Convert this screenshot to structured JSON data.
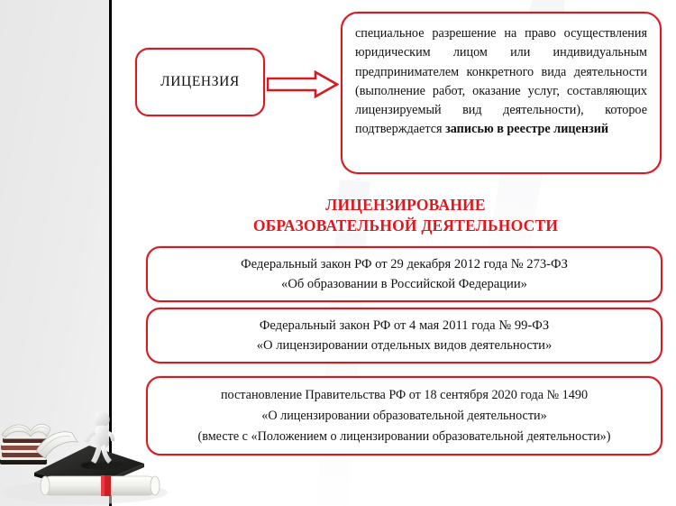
{
  "slide": {
    "term_box": {
      "label": "ЛИЦЕНЗИЯ"
    },
    "definition_box": {
      "text_part_1": "специальное разрешение на право осуществления юридическим лицом или индивидуальным предпринимателем конкретного вида деятельности (выполнение работ, оказание услуг, составляющих лицензируемый вид деятельности), которое подтверждается ",
      "text_bold": "записью в реестре лицензий"
    },
    "section_title": {
      "line_1": "ЛИЦЕНЗИРОВАНИЕ",
      "line_2": "ОБРАЗОВАТЕЛЬНОЙ ДЕЯТЕЛЬНОСТИ"
    },
    "legal_acts": [
      {
        "line_1": "Федеральный закон РФ от 29 декабря 2012 года № 273-ФЗ",
        "line_2": "«Об образовании в Российской Федерации»",
        "line_3": ""
      },
      {
        "line_1": "Федеральный закон РФ от 4 мая 2011 года № 99-ФЗ",
        "line_2": "«О лицензировании отдельных видов деятельности»",
        "line_3": ""
      },
      {
        "line_1": "постановление Правительства РФ от 18 сентября 2020 года № 1490",
        "line_2": "«О лицензировании образовательной деятельности»",
        "line_3": "(вместе с «Положением о лицензировании образовательной деятельности»)"
      }
    ],
    "icons": {
      "flow_arrow": "right-arrow-icon",
      "illustration": "graduation-cap-books-diploma-icon"
    },
    "colors": {
      "accent_red": "#d31b22",
      "title_red": "#e2161d",
      "divider_black": "#000000",
      "side_panel_gray": "#ececec"
    }
  }
}
